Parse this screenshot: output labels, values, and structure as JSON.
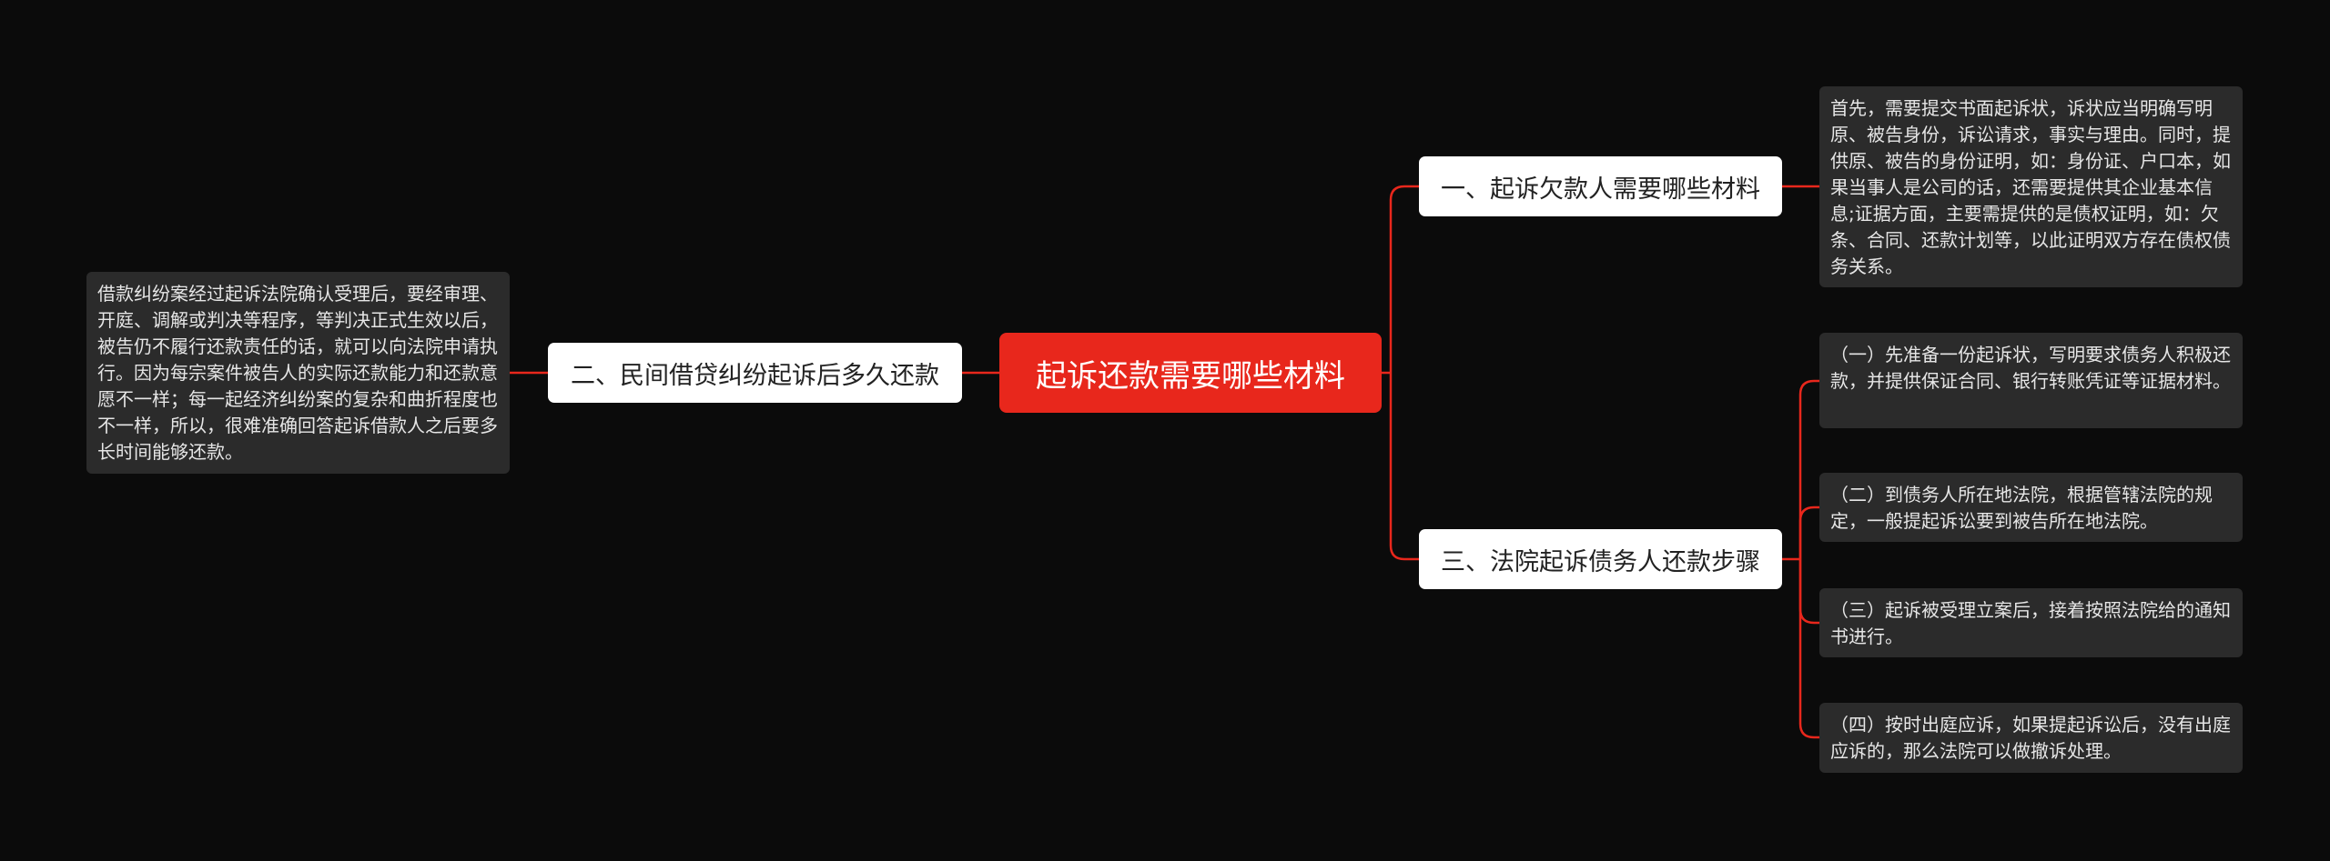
{
  "mindmap": {
    "root": "起诉还款需要哪些材料",
    "branches": [
      "一、起诉欠款人需要哪些材料",
      "二、民间借贷纠纷起诉后多久还款",
      "三、法院起诉债务人还款步骤"
    ],
    "leaves": [
      "首先，需要提交书面起诉状，诉状应当明确写明原、被告身份，诉讼请求，事实与理由。同时，提供原、被告的身份证明，如：身份证、户口本，如果当事人是公司的话，还需要提供其企业基本信息;证据方面，主要需提供的是债权证明，如：欠条、合同、还款计划等，以此证明双方存在债权债务关系。",
      "借款纠纷案经过起诉法院确认受理后，要经审理、开庭、调解或判决等程序，等判决正式生效以后，被告仍不履行还款责任的话，就可以向法院申请执行。因为每宗案件被告人的实际还款能力和还款意愿不一样；每一起经济纠纷案的复杂和曲折程度也不一样，所以，很难准确回答起诉借款人之后要多长时间能够还款。",
      "（一）先准备一份起诉状，写明要求债务人积极还款，并提供保证合同、银行转账凭证等证据材料。",
      "（二）到债务人所在地法院，根据管辖法院的规定，一般提起诉讼要到被告所在地法院。",
      "（三）起诉被受理立案后，接着按照法院给的通知书进行。",
      "（四）按时出庭应诉，如果提起诉讼后，没有出庭应诉的，那么法院可以做撤诉处理。"
    ]
  },
  "colors": {
    "background": "#0b0b0b",
    "root_fill": "#e8271c",
    "connector": "#e8271c",
    "branch_fill": "#ffffff",
    "leaf_fill": "#2b2b2b"
  }
}
